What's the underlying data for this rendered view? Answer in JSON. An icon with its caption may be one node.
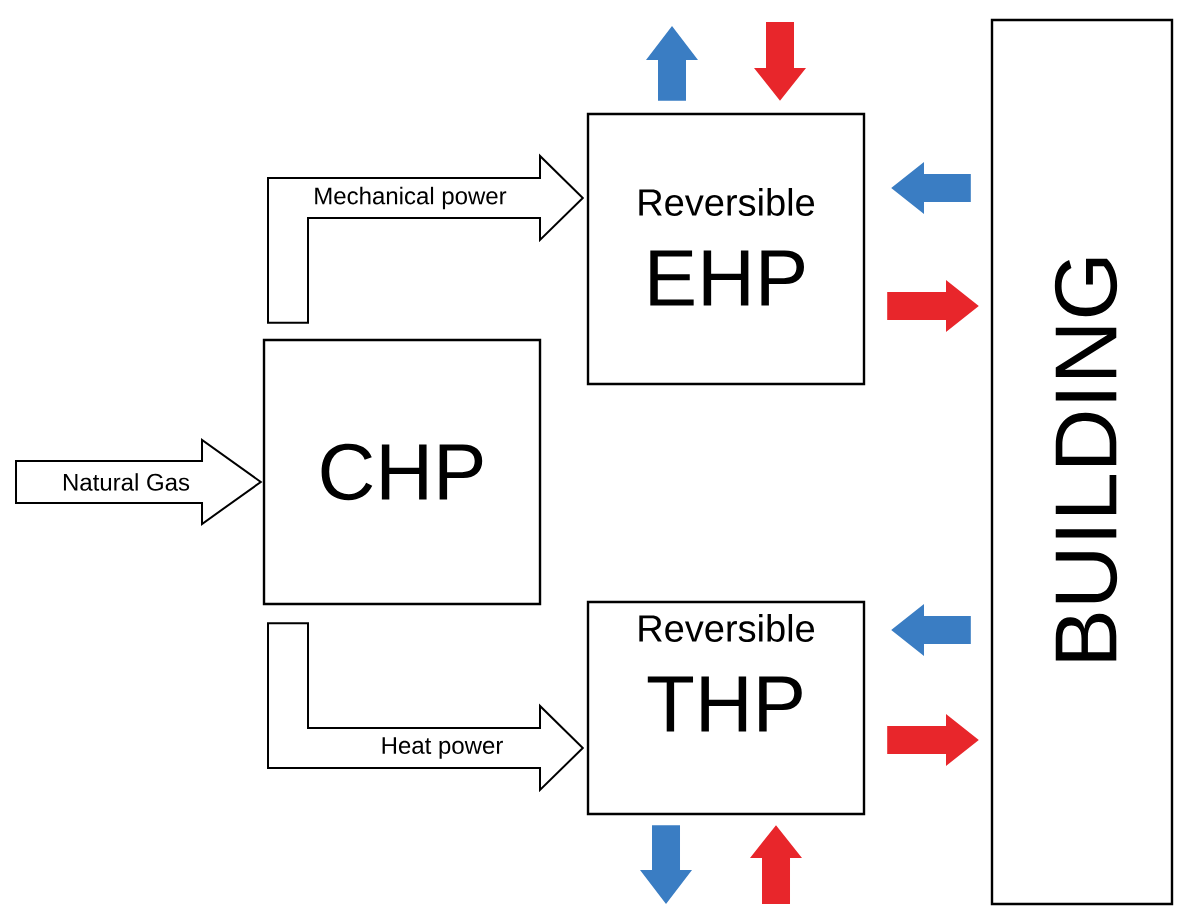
{
  "diagram": {
    "nodes": [
      {
        "text": [
          "CHP"
        ]
      },
      {
        "text": [
          "Reversible",
          "EHP"
        ]
      },
      {
        "text": [
          "Reversible",
          "THP"
        ]
      },
      {
        "text": [
          "BUILDING"
        ]
      }
    ],
    "edges": [
      {
        "from": null,
        "to": 0,
        "arrow": "to",
        "label": "Natural Gas"
      },
      {
        "from": 0,
        "to": 1,
        "arrow": "to",
        "label": "Mechanical power"
      },
      {
        "from": 0,
        "to": 2,
        "arrow": "to",
        "label": "Heat power"
      },
      {
        "from": 1,
        "to": null,
        "arrow": "to",
        "color": "#3a7dc3"
      },
      {
        "from": null,
        "to": 1,
        "arrow": "to",
        "color": "#e8262b"
      },
      {
        "from": 3,
        "to": 1,
        "arrow": "to",
        "color": "#3a7dc3"
      },
      {
        "from": 1,
        "to": 3,
        "arrow": "to",
        "color": "#e8262b"
      },
      {
        "from": 3,
        "to": 2,
        "arrow": "to",
        "color": "#3a7dc3"
      },
      {
        "from": 2,
        "to": 3,
        "arrow": "to",
        "color": "#e8262b"
      },
      {
        "from": 2,
        "to": null,
        "arrow": "to",
        "color": "#3a7dc3"
      },
      {
        "from": null,
        "to": 2,
        "arrow": "to",
        "color": "#e8262b"
      }
    ]
  }
}
